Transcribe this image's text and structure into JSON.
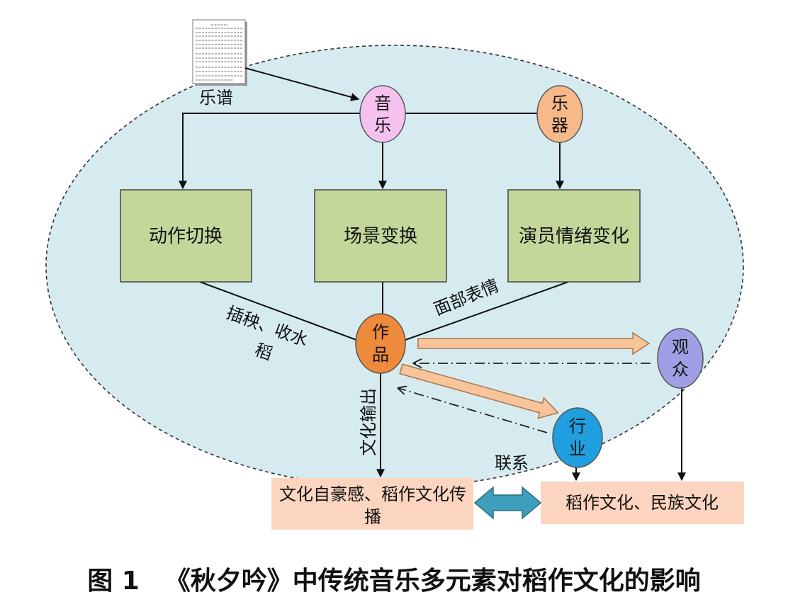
{
  "score": {
    "label": "乐谱"
  },
  "nodes": {
    "music": {
      "line1": "音",
      "line2": "乐"
    },
    "instrument": {
      "line1": "乐",
      "line2": "器"
    },
    "work": {
      "line1": "作",
      "line2": "品"
    },
    "audience": {
      "line1": "观",
      "line2": "众"
    },
    "industry": {
      "line1": "行",
      "line2": "业"
    }
  },
  "boxes": {
    "action": "动作切换",
    "scene": "场景变换",
    "emotion": "演员情绪变化",
    "pride": {
      "line1": "文化自豪感、稻作文化传",
      "line2": "播"
    },
    "culture": "稻作文化、民族文化"
  },
  "edge_labels": {
    "facial": "面部表情",
    "planting": {
      "line1": "插秧、收水",
      "line2": "稻"
    },
    "output": "文化输出",
    "link": "联系"
  },
  "caption": {
    "label": "图 1",
    "text": "《秋夕吟》中传统音乐多元素对稻作文化的影响"
  },
  "colors": {
    "region": "#d6ebef",
    "music": "#f5c2f0",
    "instrument": "#f7b98a",
    "work": "#ee8a3c",
    "audience": "#a09fe6",
    "industry": "#1f9fe0",
    "green_box": "#c4d79b",
    "peach_box": "#fbd5bf",
    "flow_arrow": "#f8c49a",
    "link_arrow": "#3e9fbd"
  }
}
